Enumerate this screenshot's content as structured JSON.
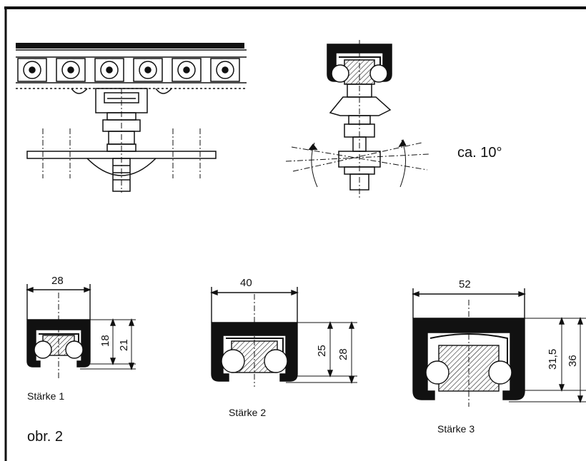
{
  "angle_label": "ca. 10°",
  "figure_label": "obr. 2",
  "profiles": [
    {
      "caption": "Stärke 1",
      "width": "28",
      "inner_height": "18",
      "outer_height": "21"
    },
    {
      "caption": "Stärke 2",
      "width": "40",
      "inner_height": "25",
      "outer_height": "28"
    },
    {
      "caption": "Stärke 3",
      "width": "52",
      "inner_height": "31,5",
      "outer_height": "36"
    }
  ],
  "colors": {
    "ink": "#111111",
    "frame": "#111111",
    "paper": "#ffffff"
  }
}
